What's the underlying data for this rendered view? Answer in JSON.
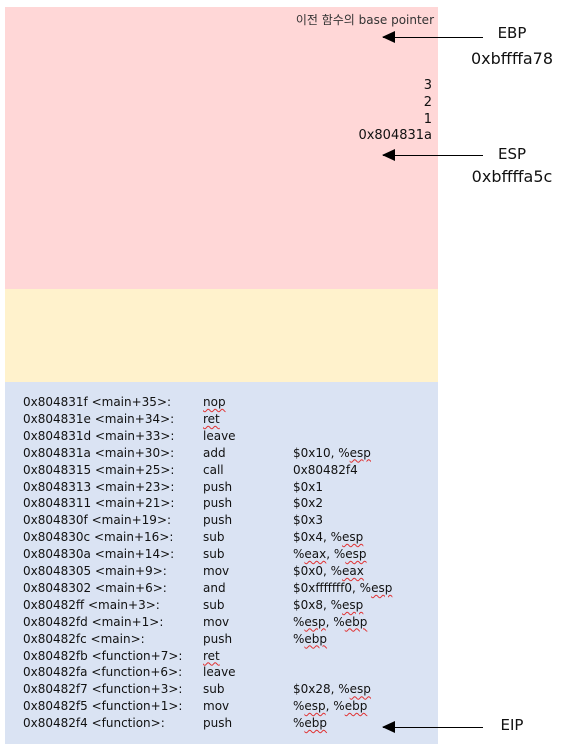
{
  "stack": {
    "prev_base_pointer_label": "이전 함수의 base pointer",
    "values": [
      "3",
      "2",
      "1",
      "0x804831a"
    ]
  },
  "registers": {
    "ebp": {
      "name": "EBP",
      "value": "0xbffffa78"
    },
    "esp": {
      "name": "ESP",
      "value": "0xbffffa5c"
    },
    "eip": {
      "name": "EIP"
    }
  },
  "instructions": [
    {
      "addr": "0x804831f <main+35>:",
      "op": "nop",
      "args": ""
    },
    {
      "addr": "0x804831e <main+34>:",
      "op": "ret",
      "args": ""
    },
    {
      "addr": "0x804831d <main+33>:",
      "op": "leave",
      "args": ""
    },
    {
      "addr": "0x804831a <main+30>:",
      "op": "add",
      "args": "$0x10, %esp"
    },
    {
      "addr": "0x8048315 <main+25>:",
      "op": "call",
      "args": "0x80482f4"
    },
    {
      "addr": "0x8048313 <main+23>:",
      "op": "push",
      "args": "$0x1"
    },
    {
      "addr": "0x8048311 <main+21>:",
      "op": "push",
      "args": "$0x2"
    },
    {
      "addr": "0x804830f <main+19>:",
      "op": "push",
      "args": "$0x3"
    },
    {
      "addr": "0x804830c <main+16>:",
      "op": "sub",
      "args": "$0x4, %esp"
    },
    {
      "addr": "0x804830a <main+14>:",
      "op": "sub",
      "args": "%eax, %esp"
    },
    {
      "addr": "0x8048305 <main+9>:",
      "op": "mov",
      "args": "$0x0, %eax"
    },
    {
      "addr": "0x8048302 <main+6>:",
      "op": "and",
      "args": "$0xfffffff0, %esp"
    },
    {
      "addr": "0x80482ff  <main+3>:",
      "op": "sub",
      "args": "$0x8, %esp"
    },
    {
      "addr": "0x80482fd  <main+1>:",
      "op": "mov",
      "args": "%esp, %ebp"
    },
    {
      "addr": "0x80482fc  <main>:",
      "op": "push",
      "args": "%ebp"
    },
    {
      "addr": "0x80482fb  <function+7>:",
      "op": "ret",
      "args": ""
    },
    {
      "addr": "0x80482fa  <function+6>:",
      "op": "leave",
      "args": ""
    },
    {
      "addr": "0x80482f7  <function+3>:",
      "op": "sub",
      "args": "$0x28, %esp"
    },
    {
      "addr": "0x80482f5  <function+1>:",
      "op": "mov",
      "args": "%esp, %ebp"
    },
    {
      "addr": "0x80482f4  <function>:",
      "op": "push",
      "args": "%ebp"
    }
  ]
}
